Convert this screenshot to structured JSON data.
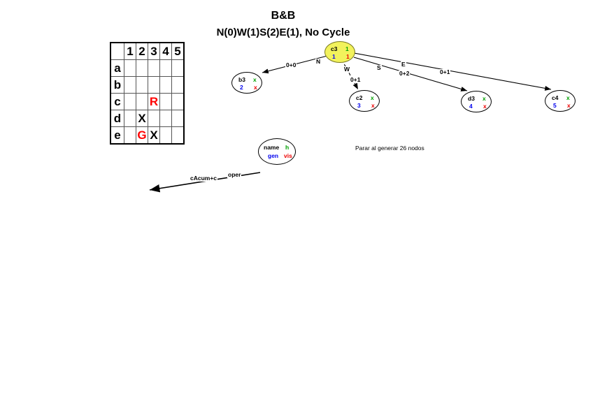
{
  "title": {
    "main": "B&B",
    "sub": "N(0)W(1)S(2)E(1), No Cycle"
  },
  "board": {
    "column_headers": [
      "",
      "1",
      "2",
      "3",
      "4",
      "5"
    ],
    "rows": [
      {
        "header": "a",
        "cells": [
          "",
          "",
          "",
          "",
          ""
        ]
      },
      {
        "header": "b",
        "cells": [
          "",
          "",
          "",
          "",
          ""
        ]
      },
      {
        "header": "c",
        "cells": [
          "",
          "",
          "R",
          "",
          ""
        ]
      },
      {
        "header": "d",
        "cells": [
          "",
          "X",
          "",
          "",
          ""
        ]
      },
      {
        "header": "e",
        "cells": [
          "",
          "G",
          "X",
          "",
          ""
        ]
      }
    ],
    "colors": {
      "R": "#ff0000",
      "G": "#ff0000",
      "X": "#000000"
    }
  },
  "tree": {
    "nodes": [
      {
        "id": "root",
        "name": "c3",
        "h": "1",
        "gen": "1",
        "vis": "1",
        "fill": "#f2f25c"
      },
      {
        "id": "b3",
        "name": "b3",
        "h": "x",
        "gen": "2",
        "vis": "x",
        "fill": "#ffffff"
      },
      {
        "id": "c2",
        "name": "c2",
        "h": "x",
        "gen": "3",
        "vis": "x",
        "fill": "#ffffff"
      },
      {
        "id": "d3",
        "name": "d3",
        "h": "x",
        "gen": "4",
        "vis": "x",
        "fill": "#ffffff"
      },
      {
        "id": "c4",
        "name": "c4",
        "h": "x",
        "gen": "5",
        "vis": "x",
        "fill": "#ffffff"
      }
    ],
    "edge_labels": {
      "n_dir": "N",
      "n_cost": "0+0",
      "w_dir": "W",
      "w_cost": "0+1",
      "s_dir": "S",
      "s_cost": "0+2",
      "e_dir": "E",
      "e_cost": "0+1"
    }
  },
  "legend": {
    "name": "name",
    "h": "h",
    "gen": "gen",
    "vis": "vis"
  },
  "notes": {
    "stop": "Parar al generar 26 nodos"
  },
  "bottom_arrow": {
    "cost_label": "cAcum+c",
    "oper_label": "oper"
  },
  "colors": {
    "node_name": "#000000",
    "heuristic": "#00a000",
    "generation": "#0000ee",
    "visit": "#ee0000",
    "root_fill": "#f2f25c",
    "mark_red": "#ff0000"
  }
}
